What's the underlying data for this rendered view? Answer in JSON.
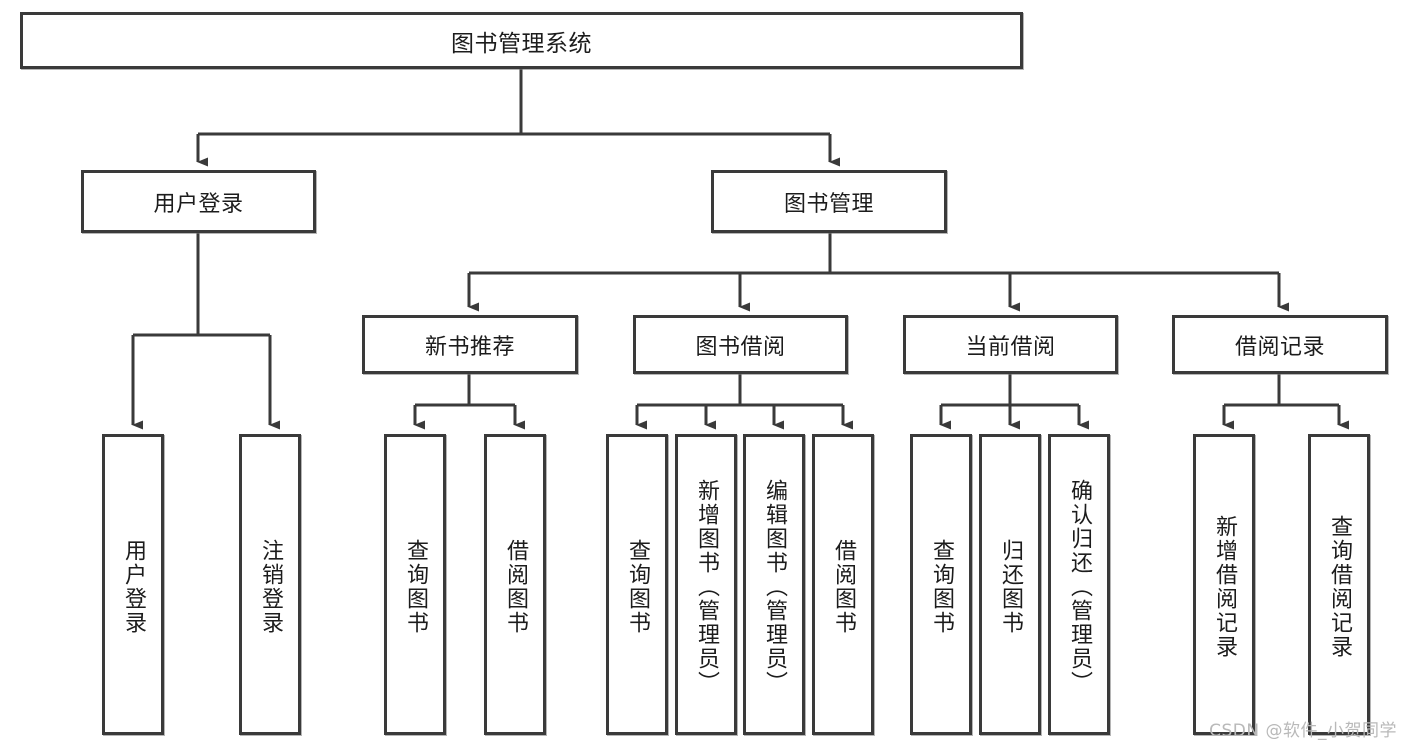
{
  "diagram": {
    "type": "tree",
    "title": "图书管理系统",
    "watermark": "CSDN @软件_小贺同学",
    "colors": {
      "box_border": "#3a3a3a",
      "box_fill": "#ffffff",
      "connector": "#3a3a3a",
      "text": "#1c1c1c",
      "watermark": "#b9b9b9"
    },
    "nodes": {
      "root": {
        "label": "图书管理系统",
        "level": 1,
        "orientation": "horizontal"
      },
      "n_user_login": {
        "label": "用户登录",
        "level": 2,
        "orientation": "horizontal"
      },
      "n_book_manage": {
        "label": "图书管理",
        "level": 2,
        "orientation": "horizontal"
      },
      "n_new_book_rec": {
        "label": "新书推荐",
        "level": 3,
        "orientation": "horizontal"
      },
      "n_book_borrow": {
        "label": "图书借阅",
        "level": 3,
        "orientation": "horizontal"
      },
      "n_current_borrow": {
        "label": "当前借阅",
        "level": 3,
        "orientation": "horizontal"
      },
      "n_borrow_record": {
        "label": "借阅记录",
        "level": 3,
        "orientation": "horizontal"
      },
      "leaf_user_login": {
        "label": "用户登录",
        "level": 4,
        "orientation": "vertical"
      },
      "leaf_logout": {
        "label": "注销登录",
        "level": 4,
        "orientation": "vertical"
      },
      "leaf_query_book_1": {
        "label": "查询图书",
        "level": 4,
        "orientation": "vertical"
      },
      "leaf_borrow_book_1": {
        "label": "借阅图书",
        "level": 4,
        "orientation": "vertical"
      },
      "leaf_query_book_2": {
        "label": "查询图书",
        "level": 4,
        "orientation": "vertical"
      },
      "leaf_add_book": {
        "label": "新增图书（管理员）",
        "level": 4,
        "orientation": "vertical"
      },
      "leaf_edit_book": {
        "label": "编辑图书（管理员）",
        "level": 4,
        "orientation": "vertical"
      },
      "leaf_borrow_book_2": {
        "label": "借阅图书",
        "level": 4,
        "orientation": "vertical"
      },
      "leaf_query_book_3": {
        "label": "查询图书",
        "level": 4,
        "orientation": "vertical"
      },
      "leaf_return_book": {
        "label": "归还图书",
        "level": 4,
        "orientation": "vertical"
      },
      "leaf_confirm_return": {
        "label": "确认归还（管理员）",
        "level": 4,
        "orientation": "vertical"
      },
      "leaf_add_record": {
        "label": "新增借阅记录",
        "level": 4,
        "orientation": "vertical"
      },
      "leaf_query_record": {
        "label": "查询借阅记录",
        "level": 4,
        "orientation": "vertical"
      }
    },
    "edges": [
      {
        "from": "root",
        "to": "n_user_login"
      },
      {
        "from": "root",
        "to": "n_book_manage"
      },
      {
        "from": "n_book_manage",
        "to": "n_new_book_rec"
      },
      {
        "from": "n_book_manage",
        "to": "n_book_borrow"
      },
      {
        "from": "n_book_manage",
        "to": "n_current_borrow"
      },
      {
        "from": "n_book_manage",
        "to": "n_borrow_record"
      },
      {
        "from": "n_user_login",
        "to": "leaf_user_login"
      },
      {
        "from": "n_user_login",
        "to": "leaf_logout"
      },
      {
        "from": "n_new_book_rec",
        "to": "leaf_query_book_1"
      },
      {
        "from": "n_new_book_rec",
        "to": "leaf_borrow_book_1"
      },
      {
        "from": "n_book_borrow",
        "to": "leaf_query_book_2"
      },
      {
        "from": "n_book_borrow",
        "to": "leaf_add_book"
      },
      {
        "from": "n_book_borrow",
        "to": "leaf_edit_book"
      },
      {
        "from": "n_book_borrow",
        "to": "leaf_borrow_book_2"
      },
      {
        "from": "n_current_borrow",
        "to": "leaf_query_book_3"
      },
      {
        "from": "n_current_borrow",
        "to": "leaf_return_book"
      },
      {
        "from": "n_current_borrow",
        "to": "leaf_confirm_return"
      },
      {
        "from": "n_borrow_record",
        "to": "leaf_add_record"
      },
      {
        "from": "n_borrow_record",
        "to": "leaf_query_record"
      }
    ]
  }
}
